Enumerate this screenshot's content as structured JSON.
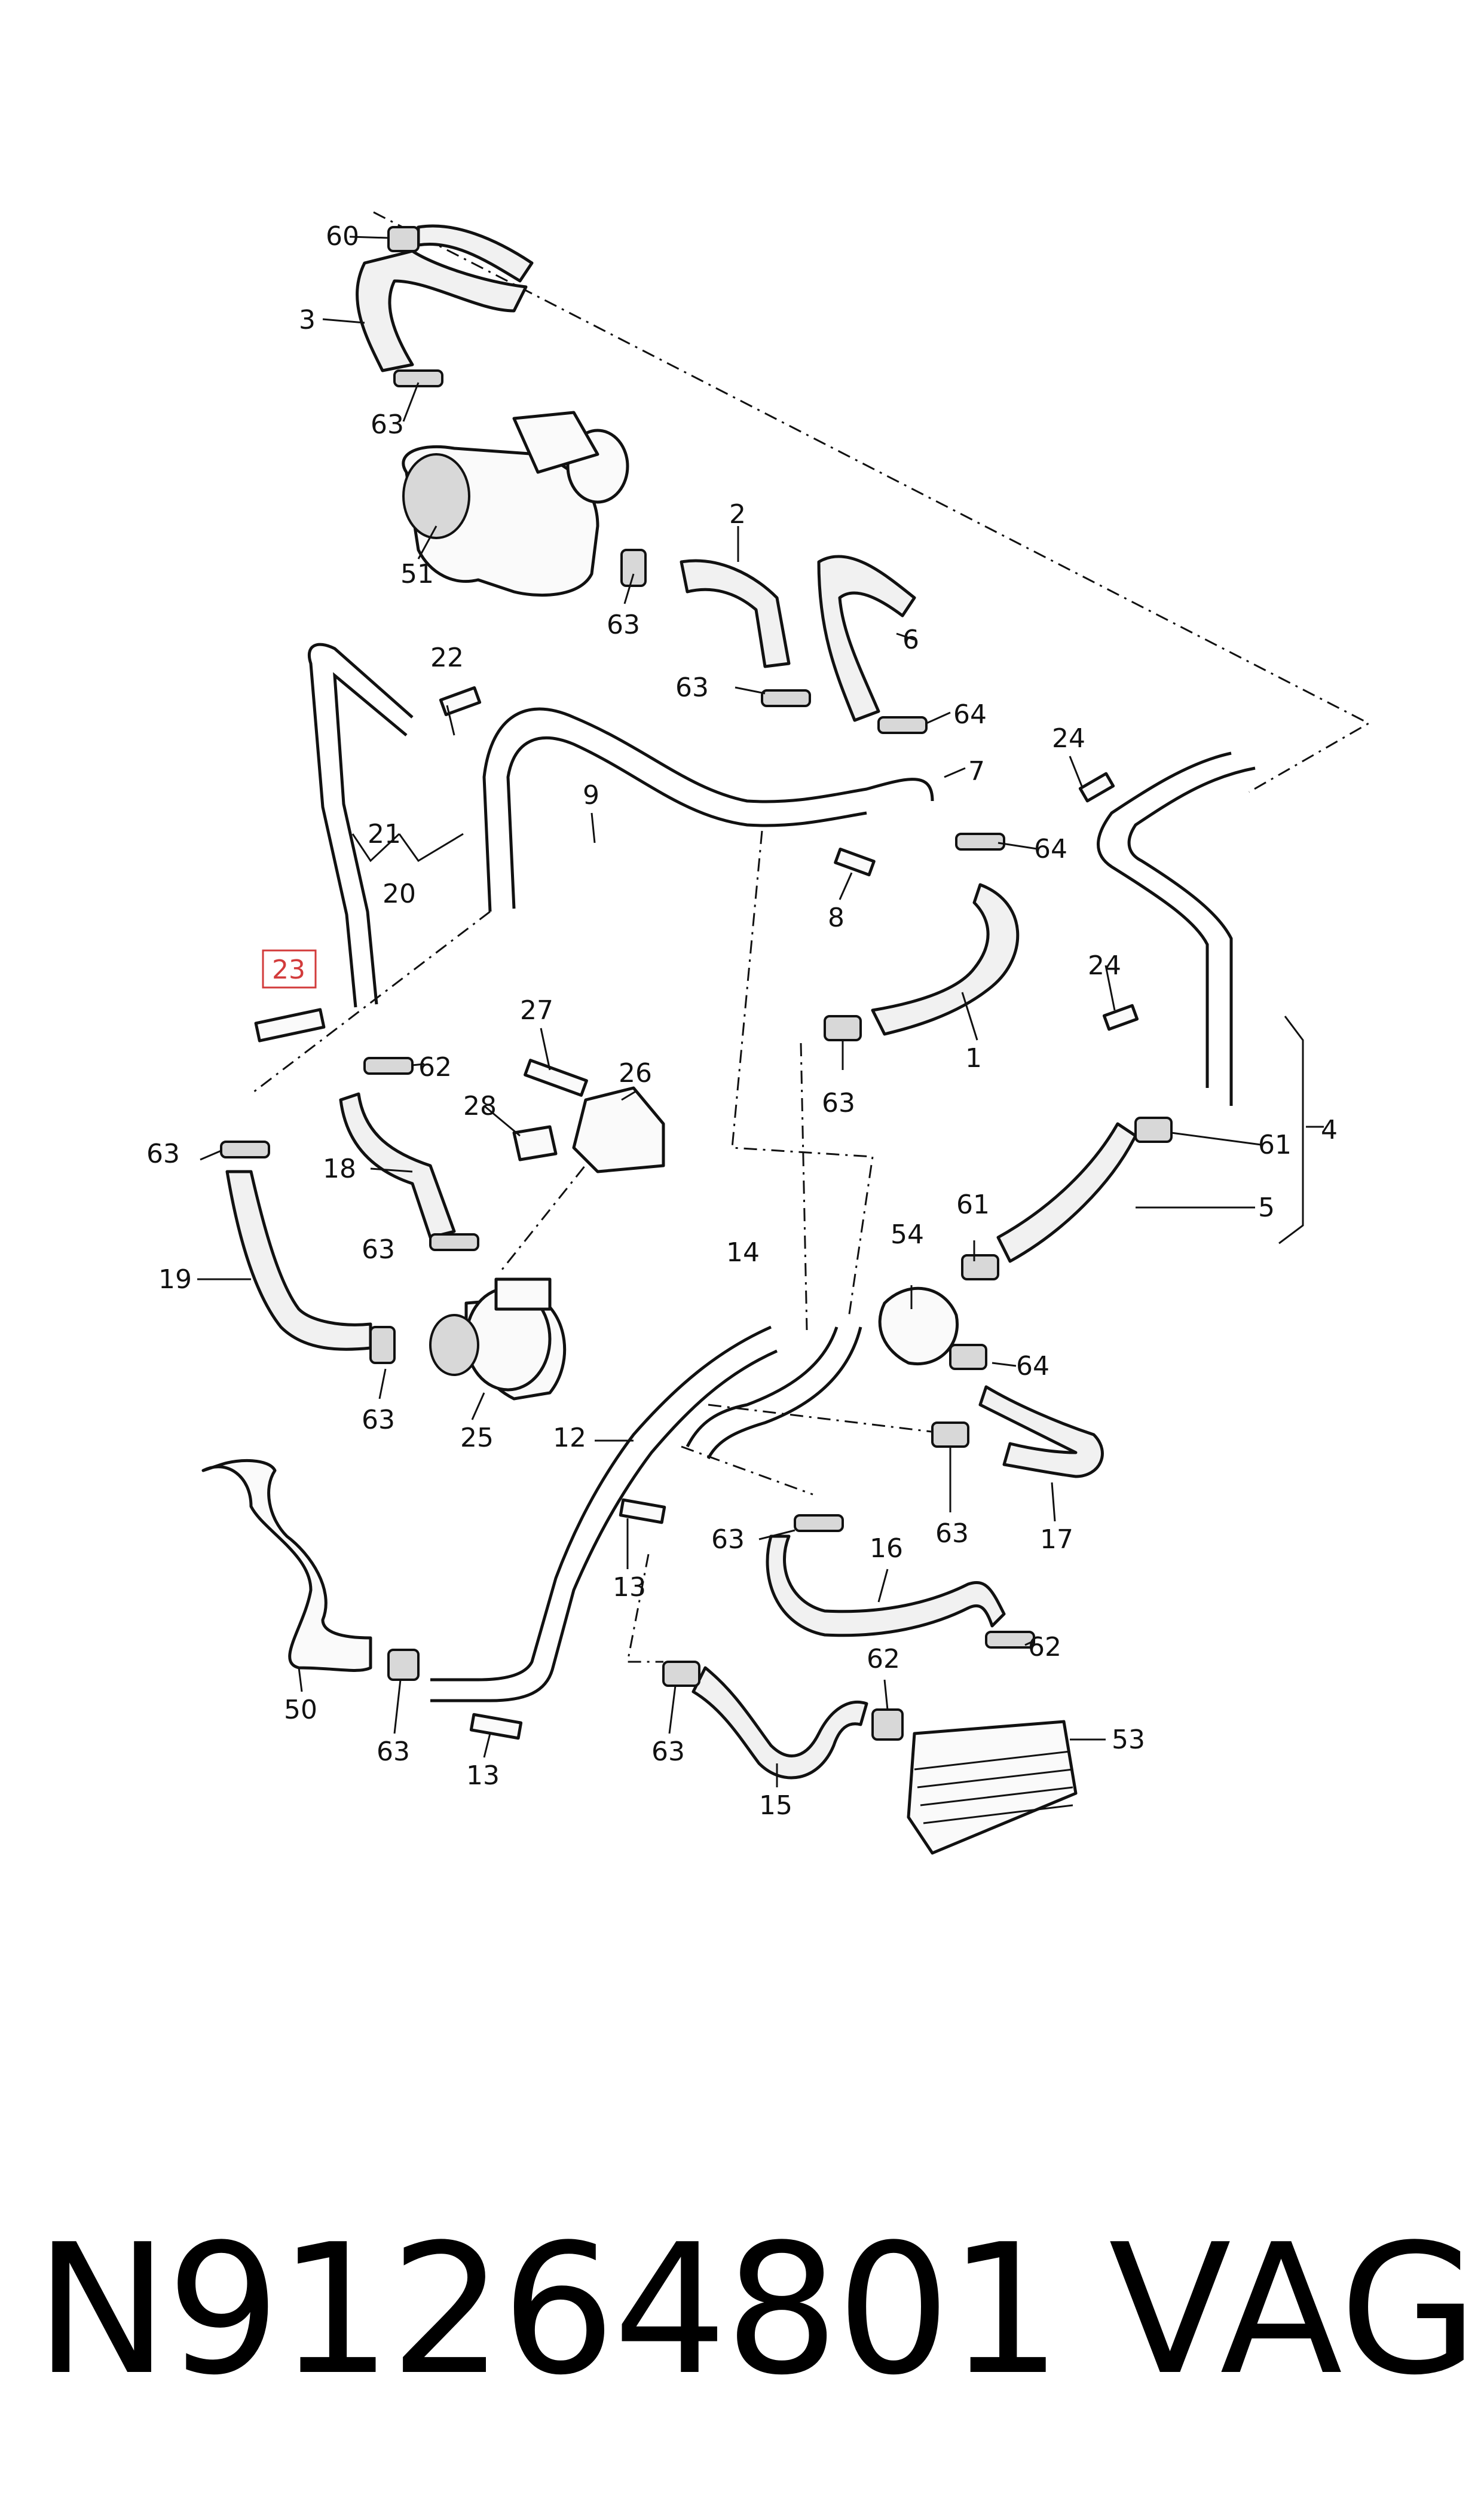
{
  "diagram": {
    "highlighted_part": "23",
    "callouts": [
      {
        "id": "c60",
        "label": "60"
      },
      {
        "id": "c3",
        "label": "3"
      },
      {
        "id": "c63a",
        "label": "63"
      },
      {
        "id": "c51",
        "label": "51"
      },
      {
        "id": "c2",
        "label": "2"
      },
      {
        "id": "c63b",
        "label": "63"
      },
      {
        "id": "c6",
        "label": "6"
      },
      {
        "id": "c63c",
        "label": "63"
      },
      {
        "id": "c64a",
        "label": "64"
      },
      {
        "id": "c22",
        "label": "22"
      },
      {
        "id": "c21",
        "label": "21"
      },
      {
        "id": "c20",
        "label": "20"
      },
      {
        "id": "c9",
        "label": "9"
      },
      {
        "id": "c7",
        "label": "7"
      },
      {
        "id": "c64b",
        "label": "64"
      },
      {
        "id": "c8",
        "label": "8"
      },
      {
        "id": "c24a",
        "label": "24"
      },
      {
        "id": "c23",
        "label": "23"
      },
      {
        "id": "c62a",
        "label": "62"
      },
      {
        "id": "c27",
        "label": "27"
      },
      {
        "id": "c26",
        "label": "26"
      },
      {
        "id": "c28",
        "label": "28"
      },
      {
        "id": "c63d",
        "label": "63"
      },
      {
        "id": "c1",
        "label": "1"
      },
      {
        "id": "c24b",
        "label": "24"
      },
      {
        "id": "c63e",
        "label": "63"
      },
      {
        "id": "c18",
        "label": "18"
      },
      {
        "id": "c61a",
        "label": "61"
      },
      {
        "id": "c4",
        "label": "4"
      },
      {
        "id": "c5",
        "label": "5"
      },
      {
        "id": "c63f",
        "label": "63"
      },
      {
        "id": "c19",
        "label": "19"
      },
      {
        "id": "c14",
        "label": "14"
      },
      {
        "id": "c54",
        "label": "54"
      },
      {
        "id": "c61b",
        "label": "61"
      },
      {
        "id": "c64c",
        "label": "64"
      },
      {
        "id": "c63g",
        "label": "63"
      },
      {
        "id": "c25",
        "label": "25"
      },
      {
        "id": "c12",
        "label": "12"
      },
      {
        "id": "c63h",
        "label": "63"
      },
      {
        "id": "c17",
        "label": "17"
      },
      {
        "id": "c63i",
        "label": "63"
      },
      {
        "id": "c16",
        "label": "16"
      },
      {
        "id": "c13a",
        "label": "13"
      },
      {
        "id": "c62b",
        "label": "62"
      },
      {
        "id": "c62c",
        "label": "62"
      },
      {
        "id": "c50",
        "label": "50"
      },
      {
        "id": "c53",
        "label": "53"
      },
      {
        "id": "c63j",
        "label": "63"
      },
      {
        "id": "c63k",
        "label": "63"
      },
      {
        "id": "c13b",
        "label": "13"
      },
      {
        "id": "c15",
        "label": "15"
      }
    ]
  },
  "footer": {
    "part_number": "N91264801",
    "brand": "VAG"
  },
  "colors": {
    "highlight": "#d23b3b",
    "ink": "#111111",
    "background": "#ffffff"
  }
}
